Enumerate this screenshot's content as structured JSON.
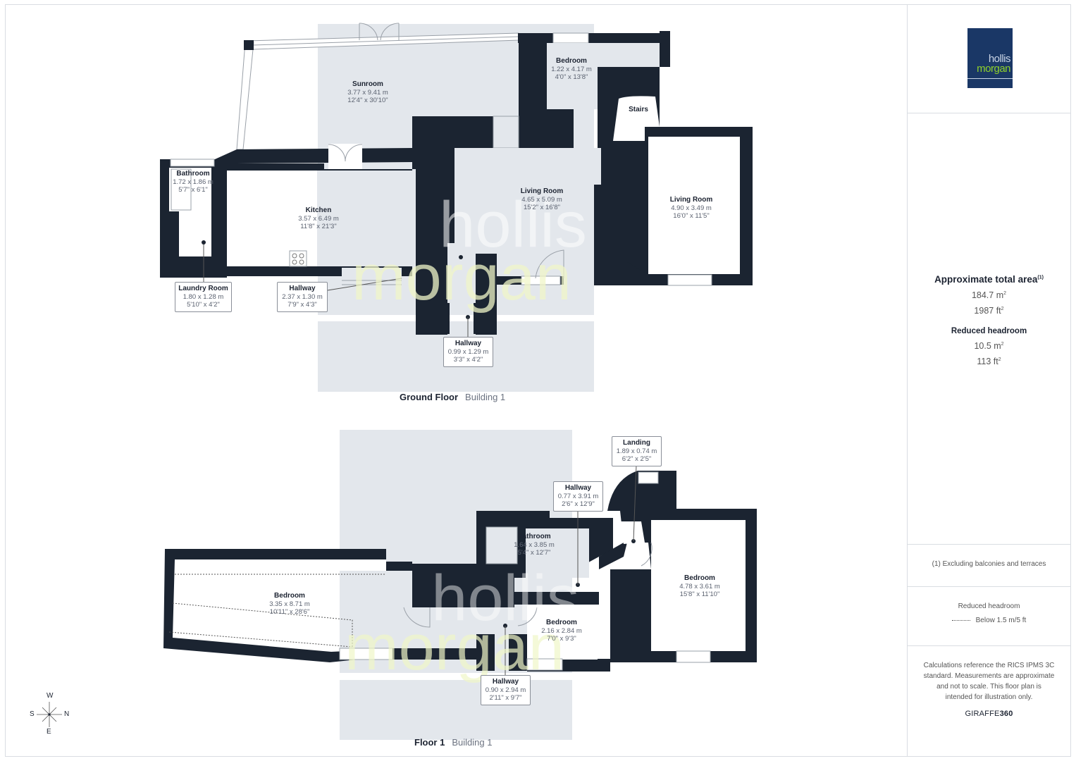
{
  "brand": {
    "logo_line1": "hollis",
    "logo_line2": "morgan",
    "watermark_line1": "hollis",
    "watermark_line2": "morgan",
    "colors": {
      "navy": "#1a3766",
      "green": "#8fd12a",
      "wall": "#1b2431",
      "shade": "#e3e7ec"
    }
  },
  "summary": {
    "total_title": "Approximate total area",
    "total_footnote": "(1)",
    "total_m2": "184.7 m",
    "total_ft2": "1987 ft",
    "reduced_title": "Reduced headroom",
    "reduced_m2": "10.5 m",
    "reduced_ft2": "113 ft",
    "sup": "2"
  },
  "footnote": "(1) Excluding balconies and terraces",
  "legend": {
    "title": "Reduced headroom",
    "item": "Below 1.5 m/5 ft"
  },
  "disclaimer": "Calculations reference the RICS IPMS 3C standard. Measurements are approximate and not to scale. This floor plan is intended for illustration only.",
  "credit": {
    "prefix": "GIRAFFE",
    "suffix": "360"
  },
  "compass": {
    "top": "W",
    "bottom": "E",
    "left": "S",
    "right": "N"
  },
  "floors": [
    {
      "name": "Ground Floor",
      "building": "Building 1",
      "rooms": [
        {
          "name": "Sunroom",
          "metric": "3.77 x 9.41 m",
          "imperial": "12'4\" x 30'10\""
        },
        {
          "name": "Bedroom",
          "metric": "1.22 x 4.17 m",
          "imperial": "4'0\" x 13'8\""
        },
        {
          "name": "Stairs"
        },
        {
          "name": "Bathroom",
          "metric": "1.72 x 1.86 m",
          "imperial": "5'7\" x 6'1\""
        },
        {
          "name": "Kitchen",
          "metric": "3.57 x 6.49 m",
          "imperial": "11'8\" x 21'3\""
        },
        {
          "name": "Living Room",
          "metric": "4.65 x 5.09 m",
          "imperial": "15'2\" x 16'8\""
        },
        {
          "name": "Living Room",
          "metric": "4.90 x 3.49 m",
          "imperial": "16'0\" x 11'5\""
        },
        {
          "name": "Laundry Room",
          "metric": "1.80 x 1.28 m",
          "imperial": "5'10\" x 4'2\""
        },
        {
          "name": "Hallway",
          "metric": "2.37 x 1.30 m",
          "imperial": "7'9\" x 4'3\""
        },
        {
          "name": "Hallway",
          "metric": "0.99 x 1.29 m",
          "imperial": "3'3\" x 4'2\""
        }
      ]
    },
    {
      "name": "Floor 1",
      "building": "Building 1",
      "rooms": [
        {
          "name": "Landing",
          "metric": "1.89 x 0.74 m",
          "imperial": "6'2\" x 2'5\""
        },
        {
          "name": "Hallway",
          "metric": "0.77 x 3.91 m",
          "imperial": "2'6\" x 12'9\""
        },
        {
          "name": "Bathroom",
          "metric": "1.64 x 3.85 m",
          "imperial": "5'4\" x 12'7\""
        },
        {
          "name": "Bedroom",
          "metric": "3.35 x 8.71 m",
          "imperial": "10'11\" x 28'6\""
        },
        {
          "name": "Bedroom",
          "metric": "4.78 x 3.61 m",
          "imperial": "15'8\" x 11'10\""
        },
        {
          "name": "Bedroom",
          "metric": "2.16 x 2.84 m",
          "imperial": "7'0\" x 9'3\""
        },
        {
          "name": "Hallway",
          "metric": "0.90 x 2.94 m",
          "imperial": "2'11\" x 9'7\""
        }
      ]
    }
  ]
}
